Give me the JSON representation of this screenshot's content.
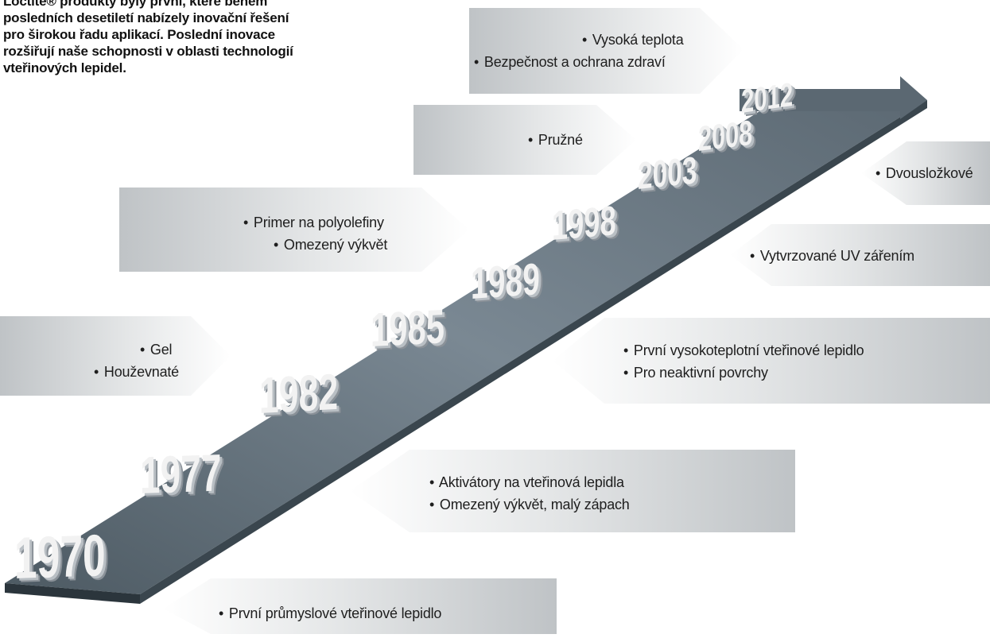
{
  "intro_lines": [
    "Loctite® produkty byly první, které během",
    "posledních desetiletí nabízely inovační řešení",
    "pro širokou řadu aplikací. Poslední inovace",
    "rozšiřují naše schopnosti v oblasti technologií",
    "vteřinových lepidel."
  ],
  "years": [
    "1970",
    "1977",
    "1982",
    "1985",
    "1989",
    "1998",
    "2003",
    "2008",
    "2012"
  ],
  "notes": {
    "n2012": [
      "Vysoká teplota",
      "Bezpečnost a ochrana zdraví"
    ],
    "n2008": [
      "Dvousložkové"
    ],
    "n2003": [
      "Pružné"
    ],
    "n1998": [
      "Vytvrzované UV zářením"
    ],
    "n1989": [
      "Primer na polyolefiny",
      "Omezený výkvět"
    ],
    "n1985": [
      "První vysokoteplotní vteřinové lepidlo",
      "Pro neaktivní povrchy"
    ],
    "n1982": [
      "Gel",
      "Houževnaté"
    ],
    "n1977": [
      "Aktivátory na vteřinová lepidla",
      "Omezený výkvět, malý zápach"
    ],
    "n1970": [
      "První průmyslové vteřinové lepidlo"
    ]
  },
  "bullet": "•",
  "colors": {
    "road_top": "#6f7f8a",
    "road_side": "#2b353c",
    "panel_dark": "#c3c6c9",
    "year_face": "#f2f2f2",
    "year_side": "#8a9198"
  }
}
